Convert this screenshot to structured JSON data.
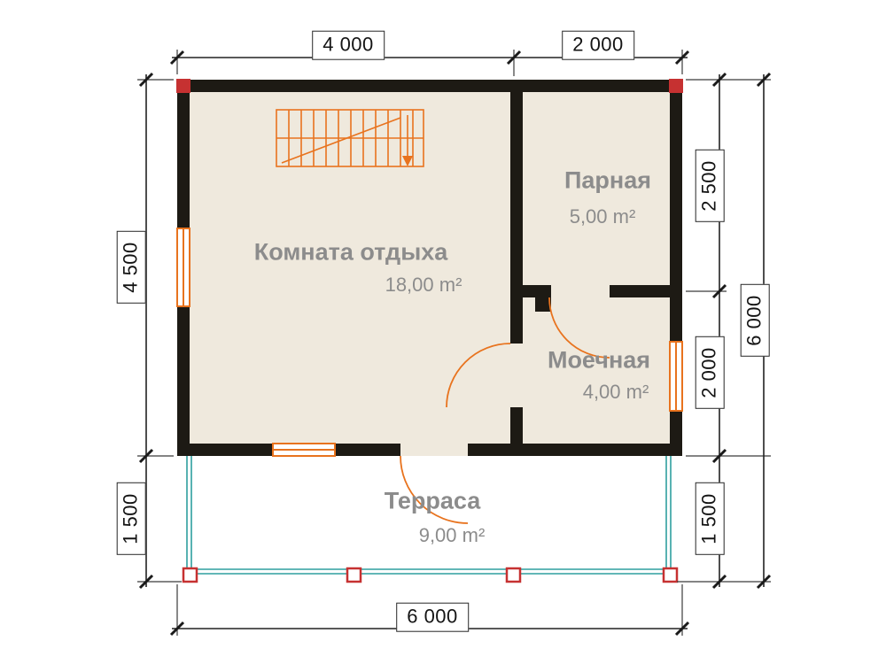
{
  "rooms": [
    {
      "name": "Комната отдыха",
      "area": "18,00 m²"
    },
    {
      "name": "Парная",
      "area": "5,00 m²"
    },
    {
      "name": "Моечная",
      "area": "4,00 m²"
    },
    {
      "name": "Терраса",
      "area": "9,00 m²"
    }
  ],
  "dimensions": {
    "top_left": "4 000",
    "top_right": "2 000",
    "bottom_total": "6 000",
    "left_upper": "4 500",
    "left_lower": "1 500",
    "right_top": "2 500",
    "right_middle": "2 000",
    "right_bottom": "1 500",
    "right_total": "6 000"
  },
  "colors": {
    "wall": "#1d1a14",
    "floor": "#efe9dd",
    "fixtures": "#e8731e",
    "terrace": "#2f9f9f",
    "posts": "#c63131",
    "room_label": "#8c8c8c"
  }
}
